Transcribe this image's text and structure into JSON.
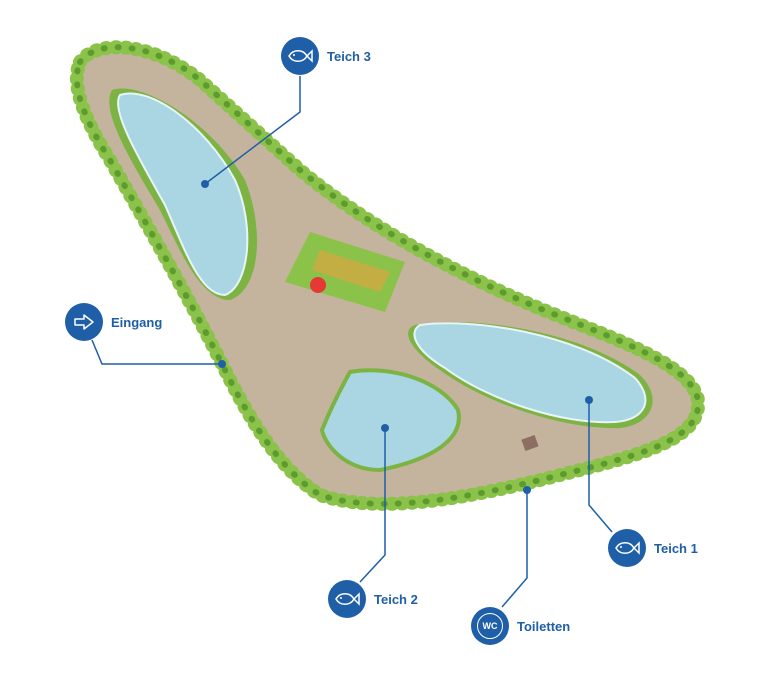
{
  "markers": {
    "teich3": {
      "label": "Teich 3",
      "icon": "fish-icon"
    },
    "eingang": {
      "label": "Eingang",
      "icon": "arrow-right-icon"
    },
    "teich1": {
      "label": "Teich 1",
      "icon": "fish-icon"
    },
    "teich2": {
      "label": "Teich 2",
      "icon": "fish-icon"
    },
    "toiletten": {
      "label": "Toiletten",
      "icon": "wc-icon",
      "icon_text": "WC"
    }
  },
  "colors": {
    "marker": "#1f5fa8",
    "path": "#c4b39d",
    "water": "#a9d6e2",
    "grass": "#7cb342",
    "trees": "#8bc34a"
  }
}
